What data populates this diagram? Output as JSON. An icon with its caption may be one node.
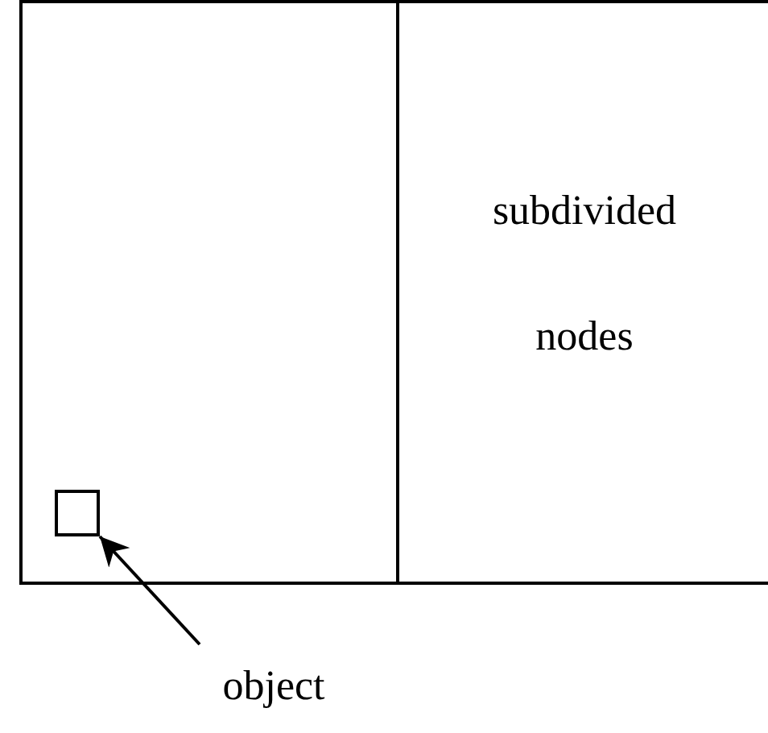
{
  "diagram": {
    "nodes": [
      {
        "text": [],
        "shape": "box"
      },
      {
        "text": [
          "subdivided nodes"
        ]
      },
      {
        "text": [],
        "shape": "box",
        "in": 0
      },
      {
        "text": [
          "object"
        ]
      }
    ],
    "edges": [
      {
        "from": 3,
        "to": 2,
        "arrow": "to"
      }
    ]
  }
}
